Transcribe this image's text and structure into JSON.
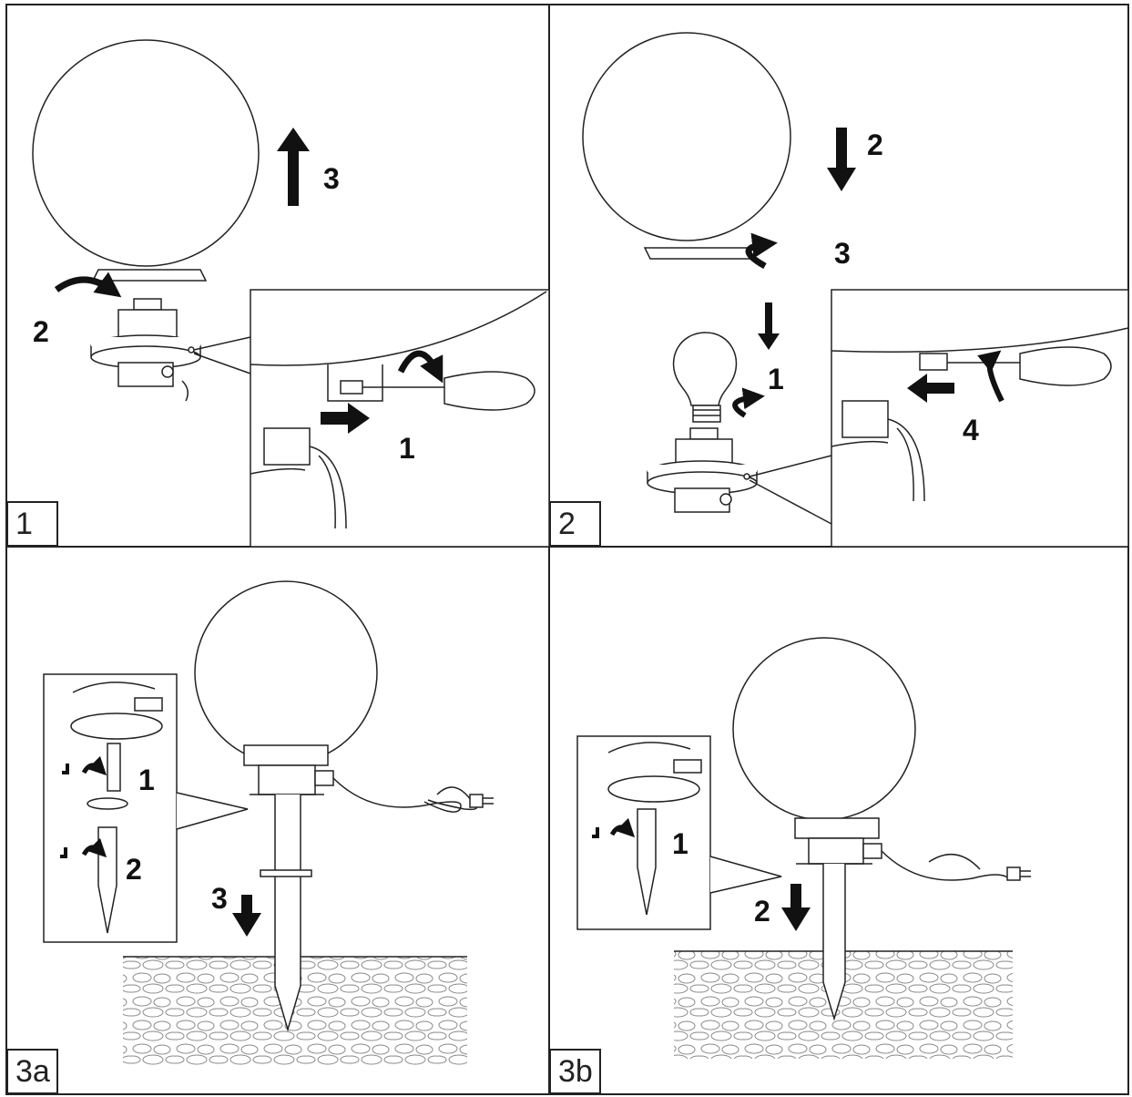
{
  "panels": [
    {
      "id": "1",
      "label": "1",
      "steps": [
        "1",
        "2",
        "3"
      ]
    },
    {
      "id": "2",
      "label": "2",
      "steps": [
        "1",
        "2",
        "3",
        "4"
      ]
    },
    {
      "id": "3a",
      "label": "3a",
      "steps": [
        "1",
        "2",
        "3"
      ]
    },
    {
      "id": "3b",
      "label": "3b",
      "steps": [
        "1",
        "2"
      ]
    }
  ],
  "colors": {
    "line": "#222222",
    "fill": "#ffffff",
    "ground": "#9a9a9a"
  },
  "icons": [
    "globe-lamp",
    "lamp-base",
    "screwdriver",
    "light-bulb",
    "ground-spike",
    "power-plug",
    "rotate-arrow",
    "straight-arrow"
  ]
}
